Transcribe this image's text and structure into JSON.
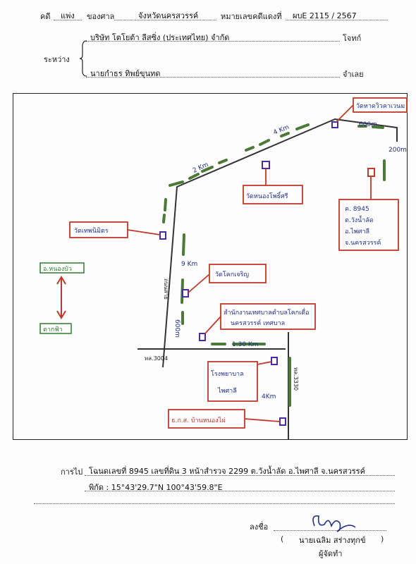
{
  "header": {
    "case_label": "คดี",
    "case_type": "แพ่ง",
    "court_label": "ของศาล",
    "court_name": "จังหวัดนครสวรรค์",
    "red_no_label": "หมายเลขคดีแดงที่",
    "red_no": "ผบE 2115 / 2567"
  },
  "parties": {
    "between_label": "ระหว่าง",
    "plaintiff": "บริษัท โตโยต้า ลีสซิ่ง (ประเทศไทย) จำกัด",
    "plaintiff_role": "โจทก์",
    "defendant": "นายกำธร ทิพย์ขุนทด",
    "defendant_role": "จำเลย"
  },
  "map": {
    "places": {
      "top_right": "วัดหาดวิวคาเวนม",
      "temple_center": "วัดหนองโพธิ์ศรี",
      "target": [
        "ค. 8945",
        "ต.วังน้ำลัด",
        "อ.ไพศาลี",
        "จ.นครสวรรค์"
      ],
      "wat_left": "วัดเทพนิมิตร",
      "wat_mid": "วัดโคกเจริญ",
      "office": [
        "สำนักงานเทศบาลตำบลโคกเดื่อ",
        "นครสวรรค์ เทศบาล"
      ],
      "hospital": [
        "โรงพยาบาล",
        "ไพศาลี"
      ],
      "school": "ธ.ก.ส. บ้านหนองไผ่"
    },
    "distances": {
      "top_diag": "4 Km",
      "upper_diag": "2 Km",
      "right_top": "600m",
      "right_vert": "200m",
      "main_vert": "9 Km",
      "low_vert": "600m",
      "bottom_h": "1.30 Km",
      "right_low": "4Km"
    },
    "roads": {
      "main": "ถนนสาย",
      "road_3004": "ทล.3004",
      "road_3330": "ทล.3330"
    },
    "legend": {
      "north": "อ.หนองบัว",
      "south": "ตากฟ้า"
    }
  },
  "destination": {
    "label": "การไป",
    "text": "โฉนดเลขที่ 8945 เลขที่ดิน 3 หน้าสำรวจ 2299 ต.วังน้ำลัด อ.ไพศาลี จ.นครสวรรค์",
    "coords": "พิกัด : 15°43'29.7\"N 100°43'59.8\"E"
  },
  "signature": {
    "label": "ลงชื่อ",
    "open_paren": "(",
    "name": "นายเฉลิม สร่างทุกข์",
    "close_paren": ")",
    "role": "ผู้จัดทำ"
  }
}
